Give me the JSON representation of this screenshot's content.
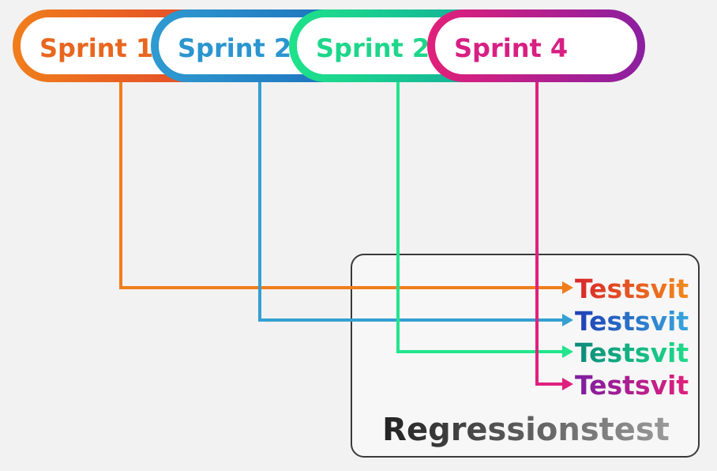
{
  "sprints": [
    {
      "label": "Sprint 1",
      "color_start": "#f07d1c",
      "color_end": "#e2452b",
      "text_color": "#e8661f",
      "line_color": "#f07d1c"
    },
    {
      "label": "Sprint 2",
      "color_start": "#2f9ad0",
      "color_end": "#1b6dbb",
      "text_color": "#2b95cf",
      "line_color": "#35a0d2"
    },
    {
      "label": "Sprint 2",
      "color_start": "#1ee28a",
      "color_end": "#12a99a",
      "text_color": "#1ed68a",
      "line_color": "#22e58d"
    },
    {
      "label": "Sprint 4",
      "color_start": "#e0207a",
      "color_end": "#8c1fa0",
      "text_color": "#d81f83",
      "line_color": "#e0207e"
    }
  ],
  "testsuites": [
    {
      "label": "Testsvit",
      "color_start": "#d9262b",
      "color_end": "#f28a1b"
    },
    {
      "label": "Testsvit",
      "color_start": "#1f3fb5",
      "color_end": "#37a6dc"
    },
    {
      "label": "Testsvit",
      "color_start": "#0c8a7a",
      "color_end": "#1edc8a"
    },
    {
      "label": "Testsvit",
      "color_start": "#7b1fa2",
      "color_end": "#e2207c"
    }
  ],
  "regression": {
    "label": "Regressionstest",
    "color_start": "#222222",
    "color_end": "#9a9a9a"
  }
}
